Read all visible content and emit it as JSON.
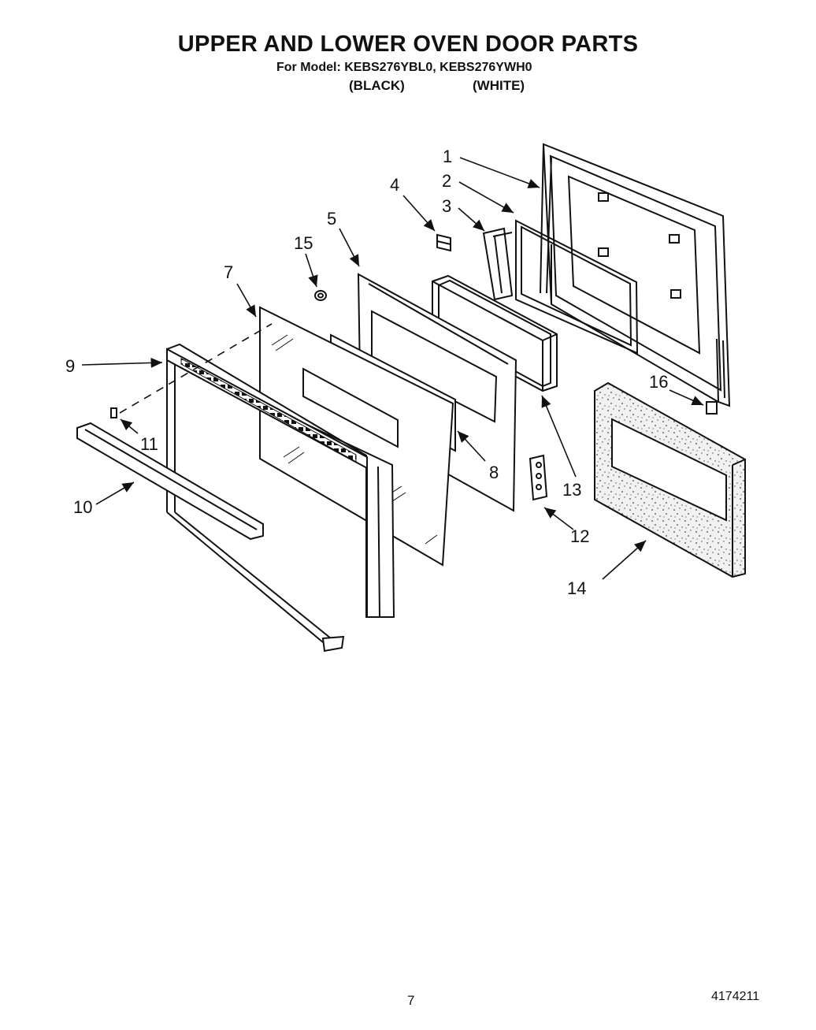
{
  "header": {
    "title": "UPPER AND LOWER OVEN DOOR PARTS",
    "model_line": "For Model: KEBS276YBL0, KEBS276YWH0",
    "variant_black": "(BLACK)",
    "variant_white": "(WHITE)"
  },
  "callouts": {
    "c1": "1",
    "c2": "2",
    "c3": "3",
    "c4": "4",
    "c5": "5",
    "c7": "7",
    "c8": "8",
    "c9": "9",
    "c10": "10",
    "c11": "11",
    "c12": "12",
    "c13": "13",
    "c14": "14",
    "c15": "15",
    "c16": "16"
  },
  "footer": {
    "page": "7",
    "doc_number": "4174211"
  }
}
